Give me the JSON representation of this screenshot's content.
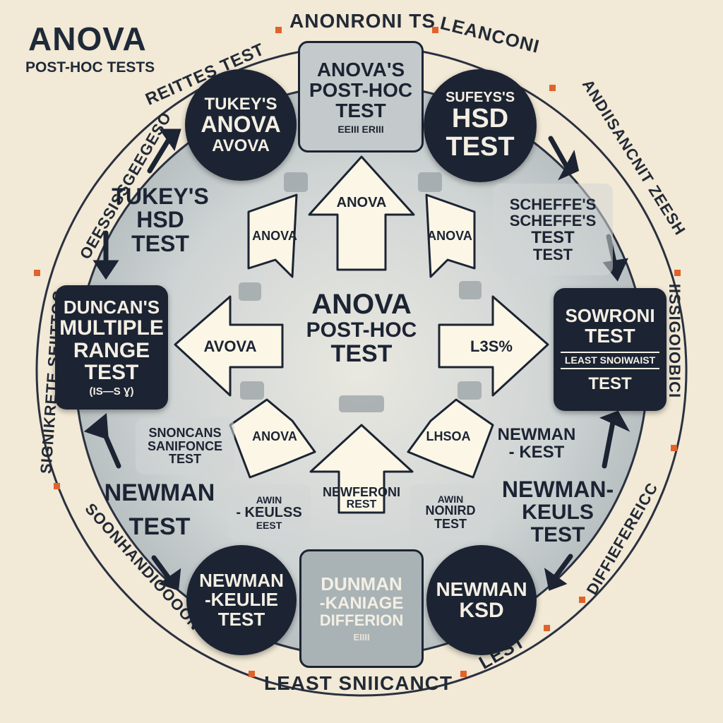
{
  "header": {
    "title": "ANOVA",
    "subtitle": "POST-HOC TESTS"
  },
  "ring": {
    "top": "ANONRONI TS",
    "top_right": "LEANCONI",
    "right_upper": "ANDIISANCNIT ZEESH",
    "right_mid": "IISSIGOIOBICI",
    "right_lower": "DIFFIEFEREICC",
    "bottom_right": "LEST",
    "bottom": "LEAST SNIICANCT",
    "bottom_left": "SOONHANDIOOOON",
    "left_lower": "SIGNIKRETE SEIITTOC",
    "left_upper": "OEESSISSGEEGESO",
    "top_left": "REITTES TEST"
  },
  "center": {
    "line1": "ANOVA",
    "line2": "POST-HOC",
    "line3": "TEST"
  },
  "nodes": {
    "top_box": {
      "lines": [
        "ANOVA'S",
        "POST-HOC",
        "TEST"
      ],
      "footer": "EEIII ERIII"
    },
    "top_left_circle": {
      "lines": [
        "TUKEY'S",
        "ANOVA",
        "AVOVA"
      ]
    },
    "top_right_circle": {
      "lines": [
        "SUFEYS'S",
        "HSD",
        "TEST"
      ]
    },
    "left_upper_text": {
      "lines": [
        "TUKEY'S",
        "HSD",
        "TEST"
      ]
    },
    "right_upper_text": {
      "lines": [
        "SCHEFFE'S",
        "SCHEFFE'S",
        "TEST",
        "TEST"
      ]
    },
    "left_box": {
      "lines": [
        "DUNCAN'S",
        "MULTIPLE",
        "RANGE",
        "TEST"
      ],
      "footer": "(IS—S Ɣ)"
    },
    "right_box": {
      "lines": [
        "SOWRONI",
        "TEST"
      ],
      "mid": "LEAST SNOIWAIST",
      "footer": "TEST"
    },
    "left_lower_text": {
      "lines": [
        "SNONCANS",
        "SANIFONCE",
        "TEST"
      ]
    },
    "right_lower_text": {
      "lines": [
        "NEWMAN",
        "- KEST"
      ]
    },
    "left_bottom_text": {
      "lines": [
        "NEWMAN",
        "TEST"
      ]
    },
    "right_bottom_text": {
      "lines": [
        "NEWMAN-",
        "KEULS",
        "TEST"
      ]
    },
    "inner_left": {
      "lines": [
        "AWIN",
        "- KEULSS",
        "EEST"
      ]
    },
    "inner_mid": {
      "lines": [
        "NEWFERONI",
        "REST"
      ]
    },
    "inner_right": {
      "lines": [
        "AWIN",
        "NONIRD",
        "TEST"
      ]
    },
    "bottom_left_circle": {
      "lines": [
        "NEWMAN",
        "-KEULIE",
        "TEST"
      ]
    },
    "bottom_box": {
      "lines": [
        "DUNMAN",
        "-KANIAGE",
        "DIFFERION"
      ],
      "footer": "EIIII"
    },
    "bottom_right_circle": {
      "lines": [
        "NEWMAN",
        "KSD"
      ]
    }
  },
  "arrows": {
    "up": "ANOVA",
    "up_left": "ANOVA",
    "up_right": "ANOVA",
    "left": "AVOVA",
    "right": "L3S%",
    "down_left": "ANOVA",
    "down_right": "LHSOA"
  },
  "colors": {
    "background": "#f2e9d6",
    "ring_fill": "#c9cfd0",
    "dark": "#1c2433",
    "arrow_fill": "#fbf6e6",
    "accent_dot": "#e0632a"
  }
}
